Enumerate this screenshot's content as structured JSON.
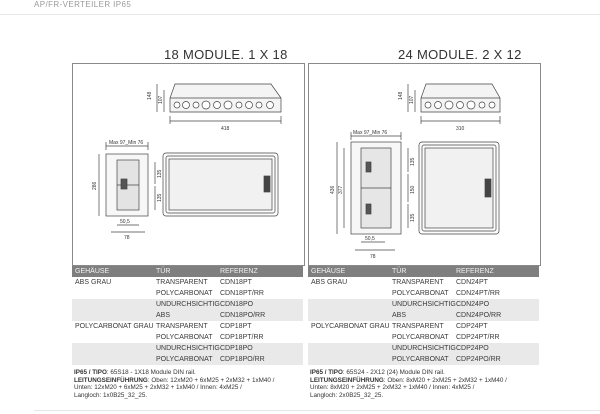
{
  "header": {
    "title": "AP/FR-VERTEILER IP65"
  },
  "left": {
    "title": "18 MODULE. 1 X 18",
    "drawing": {
      "dims_top": [
        "148",
        "107"
      ],
      "width_label": "418",
      "depth_label": "Max 97_Min 76",
      "side_dims": [
        "286",
        "135",
        "135"
      ],
      "bottom_dims": [
        "50,5",
        "78"
      ]
    },
    "table": {
      "headers": [
        "GEHÄUSE",
        "TÜR",
        "REFERENZ"
      ],
      "rows": [
        {
          "housing": "ABS GRAU",
          "door": "TRANSPARENT",
          "ref": "CDN18PT"
        },
        {
          "housing": "",
          "door": "POLYCARBONAT",
          "ref": "CDN18PT/RR"
        },
        {
          "housing": "",
          "door": "UNDURCHSICHTIG",
          "ref": "CDN18PO"
        },
        {
          "housing": "",
          "door": "ABS",
          "ref": "CDN18PO/RR"
        },
        {
          "housing": "POLYCARBONAT GRAU",
          "door": "TRANSPARENT",
          "ref": "CDP18PT"
        },
        {
          "housing": "",
          "door": "POLYCARBONAT",
          "ref": "CDP18PT/RR"
        },
        {
          "housing": "",
          "door": "UNDURCHSICHTIG",
          "ref": "CDP18PO"
        },
        {
          "housing": "",
          "door": "POLYCARBONAT",
          "ref": "CDP18PO/RR"
        }
      ]
    },
    "notes": {
      "ip_label": "IP65 / TIPO",
      "ip_text": ": 65S18 - 1X18 Module DIN rail.",
      "entry_label": "LEITUNGSEINFÜHRUNG",
      "entry_text": ": Oben: 12xM20 + 6xM25 + 2xM32 + 1xM40 /",
      "line2": "Unten: 12xM20 + 6xM25 + 2xM32 + 1xM40 / Innen: 4xM25 /",
      "line3": "Langloch: 1x0B25_32_25."
    }
  },
  "right": {
    "title": "24 MODULE. 2 X 12",
    "drawing": {
      "dims_top": [
        "148",
        "107"
      ],
      "width_label": "310",
      "depth_label": "Max 97_Min 76",
      "side_dims": [
        "436",
        "377",
        "135",
        "150",
        "135"
      ],
      "bottom_dims": [
        "50,5",
        "78"
      ]
    },
    "table": {
      "headers": [
        "GEHÄUSE",
        "TÜR",
        "REFERENZ"
      ],
      "rows": [
        {
          "housing": "ABS GRAU",
          "door": "TRANSPARENT",
          "ref": "CDN24PT"
        },
        {
          "housing": "",
          "door": "POLYCARBONAT",
          "ref": "CDN24PT/RR"
        },
        {
          "housing": "",
          "door": "UNDURCHSICHTIG",
          "ref": "CDN24PO"
        },
        {
          "housing": "",
          "door": "ABS",
          "ref": "CDN24PO/RR"
        },
        {
          "housing": "POLYCARBONAT GRAU",
          "door": "TRANSPARENT",
          "ref": "CDP24PT"
        },
        {
          "housing": "",
          "door": "POLYCARBONAT",
          "ref": "CDP24PT/RR"
        },
        {
          "housing": "",
          "door": "UNDURCHSICHTIG",
          "ref": "CDP24PO"
        },
        {
          "housing": "",
          "door": "POLYCARBONAT",
          "ref": "CDP24PO/RR"
        }
      ]
    },
    "notes": {
      "ip_label": "IP65 / TIPO",
      "ip_text": ": 65S24 - 2X12 (24) Module DIN rail.",
      "entry_label": "LEITUNGSEINFÜHRUNG",
      "entry_text": ": Oben: 8xM20 + 2xM25 + 2xM32 + 1xM40 /",
      "line2": "Unten: 8xM20 + 2xM25 + 2xM32 + 1xM40 / Innen: 4xM25 /",
      "line3": "Langloch: 2x0B25_32_25."
    }
  }
}
